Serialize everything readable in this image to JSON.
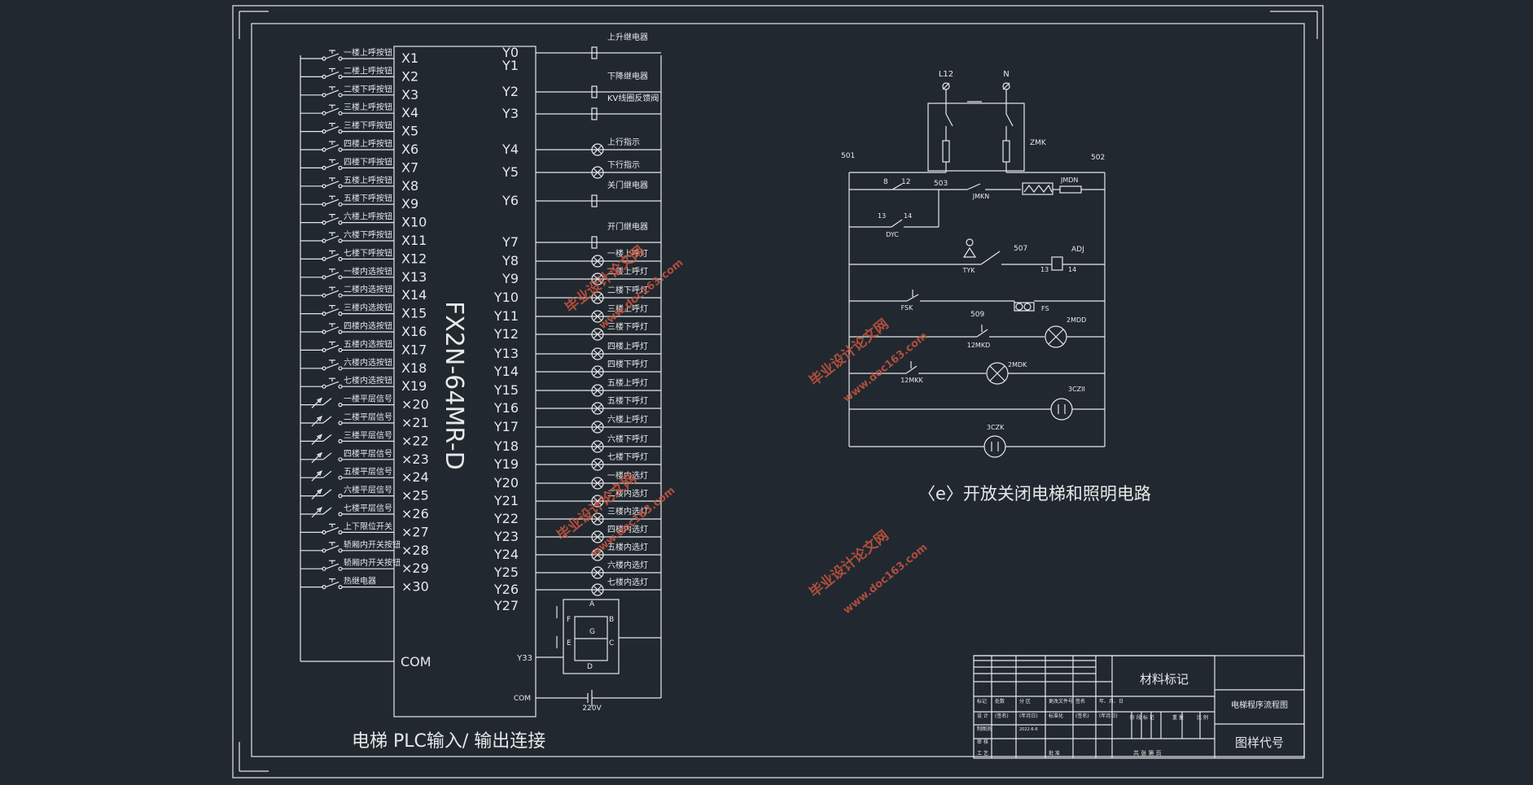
{
  "colors": {
    "background": "#212830",
    "lines": "#e8e8e8",
    "watermark": "#c8553f"
  },
  "plc_model": "FX2N-64MR-D",
  "inputs": [
    {
      "term": "X1",
      "label": "一楼上呼按钮"
    },
    {
      "term": "X2",
      "label": "二楼上呼按钮"
    },
    {
      "term": "X3",
      "label": "二楼下呼按钮"
    },
    {
      "term": "X4",
      "label": "三楼上呼按钮"
    },
    {
      "term": "X5",
      "label": "三楼下呼按钮"
    },
    {
      "term": "X6",
      "label": "四楼上呼按钮"
    },
    {
      "term": "X7",
      "label": "四楼下呼按钮"
    },
    {
      "term": "X8",
      "label": "五楼上呼按钮"
    },
    {
      "term": "X9",
      "label": "五楼下呼按钮"
    },
    {
      "term": "X10",
      "label": "六楼上呼按钮"
    },
    {
      "term": "X11",
      "label": "六楼下呼按钮"
    },
    {
      "term": "X12",
      "label": "七楼下呼按钮"
    },
    {
      "term": "X13",
      "label": "一楼内选按钮"
    },
    {
      "term": "X14",
      "label": "二楼内选按钮"
    },
    {
      "term": "X15",
      "label": "三楼内选按钮"
    },
    {
      "term": "X16",
      "label": "四楼内选按钮"
    },
    {
      "term": "X17",
      "label": "五楼内选按钮"
    },
    {
      "term": "X18",
      "label": "六楼内选按钮"
    },
    {
      "term": "X19",
      "label": "七楼内选按钮"
    },
    {
      "term": "×20",
      "label": "一楼平层信号"
    },
    {
      "term": "×21",
      "label": "二楼平层信号"
    },
    {
      "term": "×22",
      "label": "三楼平层信号"
    },
    {
      "term": "×23",
      "label": "四楼平层信号"
    },
    {
      "term": "×24",
      "label": "五楼平层信号"
    },
    {
      "term": "×25",
      "label": "六楼平层信号"
    },
    {
      "term": "×26",
      "label": "七楼平层信号"
    },
    {
      "term": "×27",
      "label": "上下限位开关"
    },
    {
      "term": "×28",
      "label": "轿厢内开关按钮"
    },
    {
      "term": "×29",
      "label": "轿厢内开关按钮"
    },
    {
      "term": "×30",
      "label": "热继电器"
    }
  ],
  "input_com": "COM",
  "outputs": [
    {
      "term": "Y0",
      "label": "上升继电器",
      "kind": "relay"
    },
    {
      "term": "Y1",
      "label": "",
      "kind": "none"
    },
    {
      "term": "Y2",
      "label": "下降继电器",
      "kind": "relay"
    },
    {
      "term": "Y3",
      "label": "KV线圈反馈阀",
      "kind": "relay"
    },
    {
      "term": "Y4",
      "label": "上行指示",
      "kind": "lamp"
    },
    {
      "term": "Y5",
      "label": "下行指示",
      "kind": "lamp"
    },
    {
      "term": "Y6",
      "label": "关门继电器",
      "kind": "relay"
    },
    {
      "term": "Y7",
      "label": "开门继电器",
      "kind": "relay"
    },
    {
      "term": "Y8",
      "label": "一楼上呼灯",
      "kind": "lamp"
    },
    {
      "term": "Y9",
      "label": "二楼上呼灯",
      "kind": "lamp"
    },
    {
      "term": "Y10",
      "label": "二楼下呼灯",
      "kind": "lamp"
    },
    {
      "term": "Y11",
      "label": "三楼上呼灯",
      "kind": "lamp"
    },
    {
      "term": "Y12",
      "label": "三楼下呼灯",
      "kind": "lamp"
    },
    {
      "term": "Y13",
      "label": "四楼上呼灯",
      "kind": "lamp"
    },
    {
      "term": "Y14",
      "label": "四楼下呼灯",
      "kind": "lamp"
    },
    {
      "term": "Y15",
      "label": "五楼上呼灯",
      "kind": "lamp"
    },
    {
      "term": "Y16",
      "label": "五楼下呼灯",
      "kind": "lamp"
    },
    {
      "term": "Y17",
      "label": "六楼上呼灯",
      "kind": "lamp"
    },
    {
      "term": "Y18",
      "label": "六楼下呼灯",
      "kind": "lamp"
    },
    {
      "term": "Y19",
      "label": "七楼下呼灯",
      "kind": "lamp"
    },
    {
      "term": "Y20",
      "label": "一楼内选灯",
      "kind": "lamp"
    },
    {
      "term": "Y21",
      "label": "二楼内选灯",
      "kind": "lamp"
    },
    {
      "term": "Y22",
      "label": "三楼内选灯",
      "kind": "lamp"
    },
    {
      "term": "Y23",
      "label": "四楼内选灯",
      "kind": "lamp"
    },
    {
      "term": "Y24",
      "label": "五楼内选灯",
      "kind": "lamp"
    },
    {
      "term": "Y25",
      "label": "六楼内选灯",
      "kind": "lamp"
    },
    {
      "term": "Y26",
      "label": "七楼内选灯",
      "kind": "lamp"
    },
    {
      "term": "Y27",
      "label": "",
      "kind": "none"
    }
  ],
  "segment_display": {
    "letters": [
      "A",
      "B",
      "C",
      "D",
      "E",
      "F",
      "G"
    ],
    "term_low": "Y33",
    "com": "COM",
    "voltage": "220V"
  },
  "left_caption": "电梯  PLC输入/ 输出连接",
  "right_caption": "〈e〉开放关闭电梯和照明电路",
  "circuit_labels": {
    "l12": "L12",
    "n": "N",
    "zmk": "ZMK",
    "n501": "501",
    "n502": "502",
    "n503": "503",
    "n8": "8",
    "n12": "12",
    "jmkn": "JMKN",
    "jmdn": "JMDN",
    "n13": "13",
    "n14": "14",
    "dyc": "DYC",
    "n507": "507",
    "adj": "ADJ",
    "adj13": "13",
    "adj14": "14",
    "tyk": "TYK",
    "fsk": "FSK",
    "fs": "FS",
    "n509": "509",
    "mdd2": "2MDD",
    "mkd12": "12MKD",
    "mdk2": "2MDK",
    "mkk12": "12MKK",
    "cz3": "3CZII",
    "czk3": "3CZK"
  },
  "title_block": {
    "material": "材料标记",
    "drawing_name": "电梯程序流程图",
    "drawing_no": "图样代号",
    "row1": [
      "标记",
      "处数",
      "分 区",
      "更改文件号",
      "签名",
      "年、月、日"
    ],
    "row2": [
      "设 计",
      "(签名)",
      "(年月日)",
      "标准化",
      "(签名)",
      "(年月日)"
    ],
    "row2b": [
      "阶 段 标 记",
      "重 量",
      "比 例"
    ],
    "row3": [
      "制图员",
      "2022-6-6"
    ],
    "row4": [
      "审 核"
    ],
    "row5": [
      "工 艺",
      "批 准",
      "共 张 第 页"
    ]
  },
  "watermarks": [
    "毕业设计论文网",
    "www.doc163.com"
  ]
}
